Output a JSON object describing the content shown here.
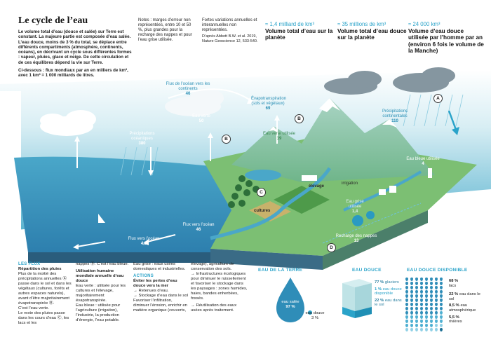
{
  "title": "Le cycle de l’eau",
  "intro": {
    "p1": "Le volume total d’eau (douce et salée) sur Terre est constant. La majeure partie est composée d’eau salée. L’eau douce, moins de 3 % du total, se déplace entre différents compartiments (atmosphère, continents, océans), en décrivant un cycle sous différentes formes : vapeur, pluies, glace et neige. De cette circulation et de ces équilibres dépend la vie sur Terre.",
    "p2": "Ci-dessous : flux mondiaux par an en milliers de km³, avec 1 km³ = 1 000 milliards de litres."
  },
  "notes": {
    "n1": "Notes : marges d’erreur non représentées, entre 10 et 50 %, plus grandes pour la recharge des nappes et pour l’eau grise utilisée.",
    "n2": "Fortes variations annuelles et interannuelles non représentées.",
    "n3": "D’après Abbott B.W. et al. 2019, Nature Geoscience 12, 533-540."
  },
  "stats": [
    {
      "value": "≈ 1,4 milliard de km³",
      "label": "Volume total d’eau sur la planète"
    },
    {
      "value": "≈ 35 millions de km³",
      "label": "Volume total d’eau douce sur la planète"
    },
    {
      "value": "≈ 24 000 km³",
      "label": "Volume d’eau douce utilisée par l’homme par an (environ 6 fois le volume de la Manche)"
    }
  ],
  "flows": {
    "evap_ocean": {
      "label": "Évaporation océanique",
      "value": "420"
    },
    "precip_ocean": {
      "label": "Précipitations océaniques",
      "value": "380"
    },
    "flux_ocean_cont": {
      "label": "Flux de l’océan vers les continents",
      "value": "46"
    },
    "eau_verte": {
      "label": "Eau verte",
      "value": "50"
    },
    "evapotranspiration": {
      "label": "Évapotranspiration (sols et végétaux)",
      "value": "69"
    },
    "eau_verte_utilisee": {
      "label": "Eau verte utilisée",
      "value": "19"
    },
    "precip_cont": {
      "label": "Précipitations continentales",
      "value": "110"
    },
    "eau_bleue": {
      "label": "Eau bleue utilisée",
      "value": "4"
    },
    "irrigation": "irrigation",
    "elevage": "élevage",
    "cultures": "cultures",
    "eau_grise": {
      "label": "Eau grise utilisée",
      "value": "1,4"
    },
    "flux_vers_ocean_46": {
      "label": "Flux vers l’océan",
      "value": "46"
    },
    "flux_vers_ocean_45": {
      "label": "Flux vers l’océan",
      "value": "4,5"
    },
    "recharge": {
      "label": "Recharge des nappes",
      "value": "13"
    }
  },
  "markers": [
    "A",
    "B",
    "B",
    "C",
    "D"
  ],
  "footer": {
    "flux_hd": "LES FLUX",
    "col1": [
      {
        "t": "Répartition des pluies",
        "b": true
      },
      {
        "t": "Plus de la moitié des précipitations annuelles Ⓐ passe dans le sol et dans les végétaux (cultures, forêts et autres espaces naturels), avant d’être majoritairement évapotranspirée Ⓑ."
      },
      {
        "t": "C’est l’eau verte."
      },
      {
        "t": "Le reste des pluies passe dans les cours d’eau Ⓒ, les lacs et les"
      }
    ],
    "col2": [
      {
        "t": "nappes Ⓓ. C’est l’eau bleue."
      },
      {
        "t": "Utilisation humaine mondiale annuelle d’eau douce",
        "b": true
      },
      {
        "t": "Eau verte : utilisée pour les cultures et l’élevage, majoritairement évapotranspirée."
      },
      {
        "t": "Eau bleue : utilisée pour l’agriculture (irrigation), l’industrie, la production d’énergie, l’eau potable."
      }
    ],
    "col3": [
      {
        "t": "Eau grise : eaux usées domestiques et industrielles."
      },
      {
        "t": "ACTIONS",
        "h": true
      },
      {
        "t": "Éviter les pertes d’eau douce vers la mer",
        "b": true
      },
      {
        "t": "→ Retenues d’eau."
      },
      {
        "t": "→ Stockage d’eau dans le sol"
      },
      {
        "t": "Favoriser l’infiltration, diminuer l’érosion, enrichir en matière organique (couverts,"
      }
    ],
    "col4": [
      {
        "t": "élevage), agriculture de conservation des sols."
      },
      {
        "t": "→ Infrastructures écologiques pour diminuer le ruissellement et favoriser le stockage dans les paysages : zones humides, haies, bandes enherbées, fossés."
      },
      {
        "t": "→ Réutilisation des eaux usées après traitement."
      }
    ]
  },
  "sections": {
    "terre": {
      "title": "EAU DE LA TERRE",
      "salee": "eau salée",
      "salee_pct": "97 %",
      "douce": "eau douce",
      "douce_pct": "3 %"
    },
    "douce": {
      "title": "EAU DOUCE",
      "items": [
        {
          "pct": "77 %",
          "label": "glaciers"
        },
        {
          "pct": "1 %",
          "label": "eau douce disponible"
        },
        {
          "pct": "22 %",
          "label": "eau dans le sol"
        }
      ]
    },
    "dispo": {
      "title": "EAU DOUCE DISPONIBLE",
      "items": [
        {
          "pct": "68 %",
          "label": "lacs"
        },
        {
          "pct": "22 %",
          "label": "eau dans le sol"
        },
        {
          "pct": "8,5 %",
          "label": "eau atmosphérique"
        },
        {
          "pct": "5,5 %",
          "label": "rivières"
        }
      ]
    }
  },
  "colors": {
    "accent": "#2aa3c9",
    "sea": "#2f8db8",
    "land": "#7cbf73",
    "deep": "#3a6b86"
  }
}
